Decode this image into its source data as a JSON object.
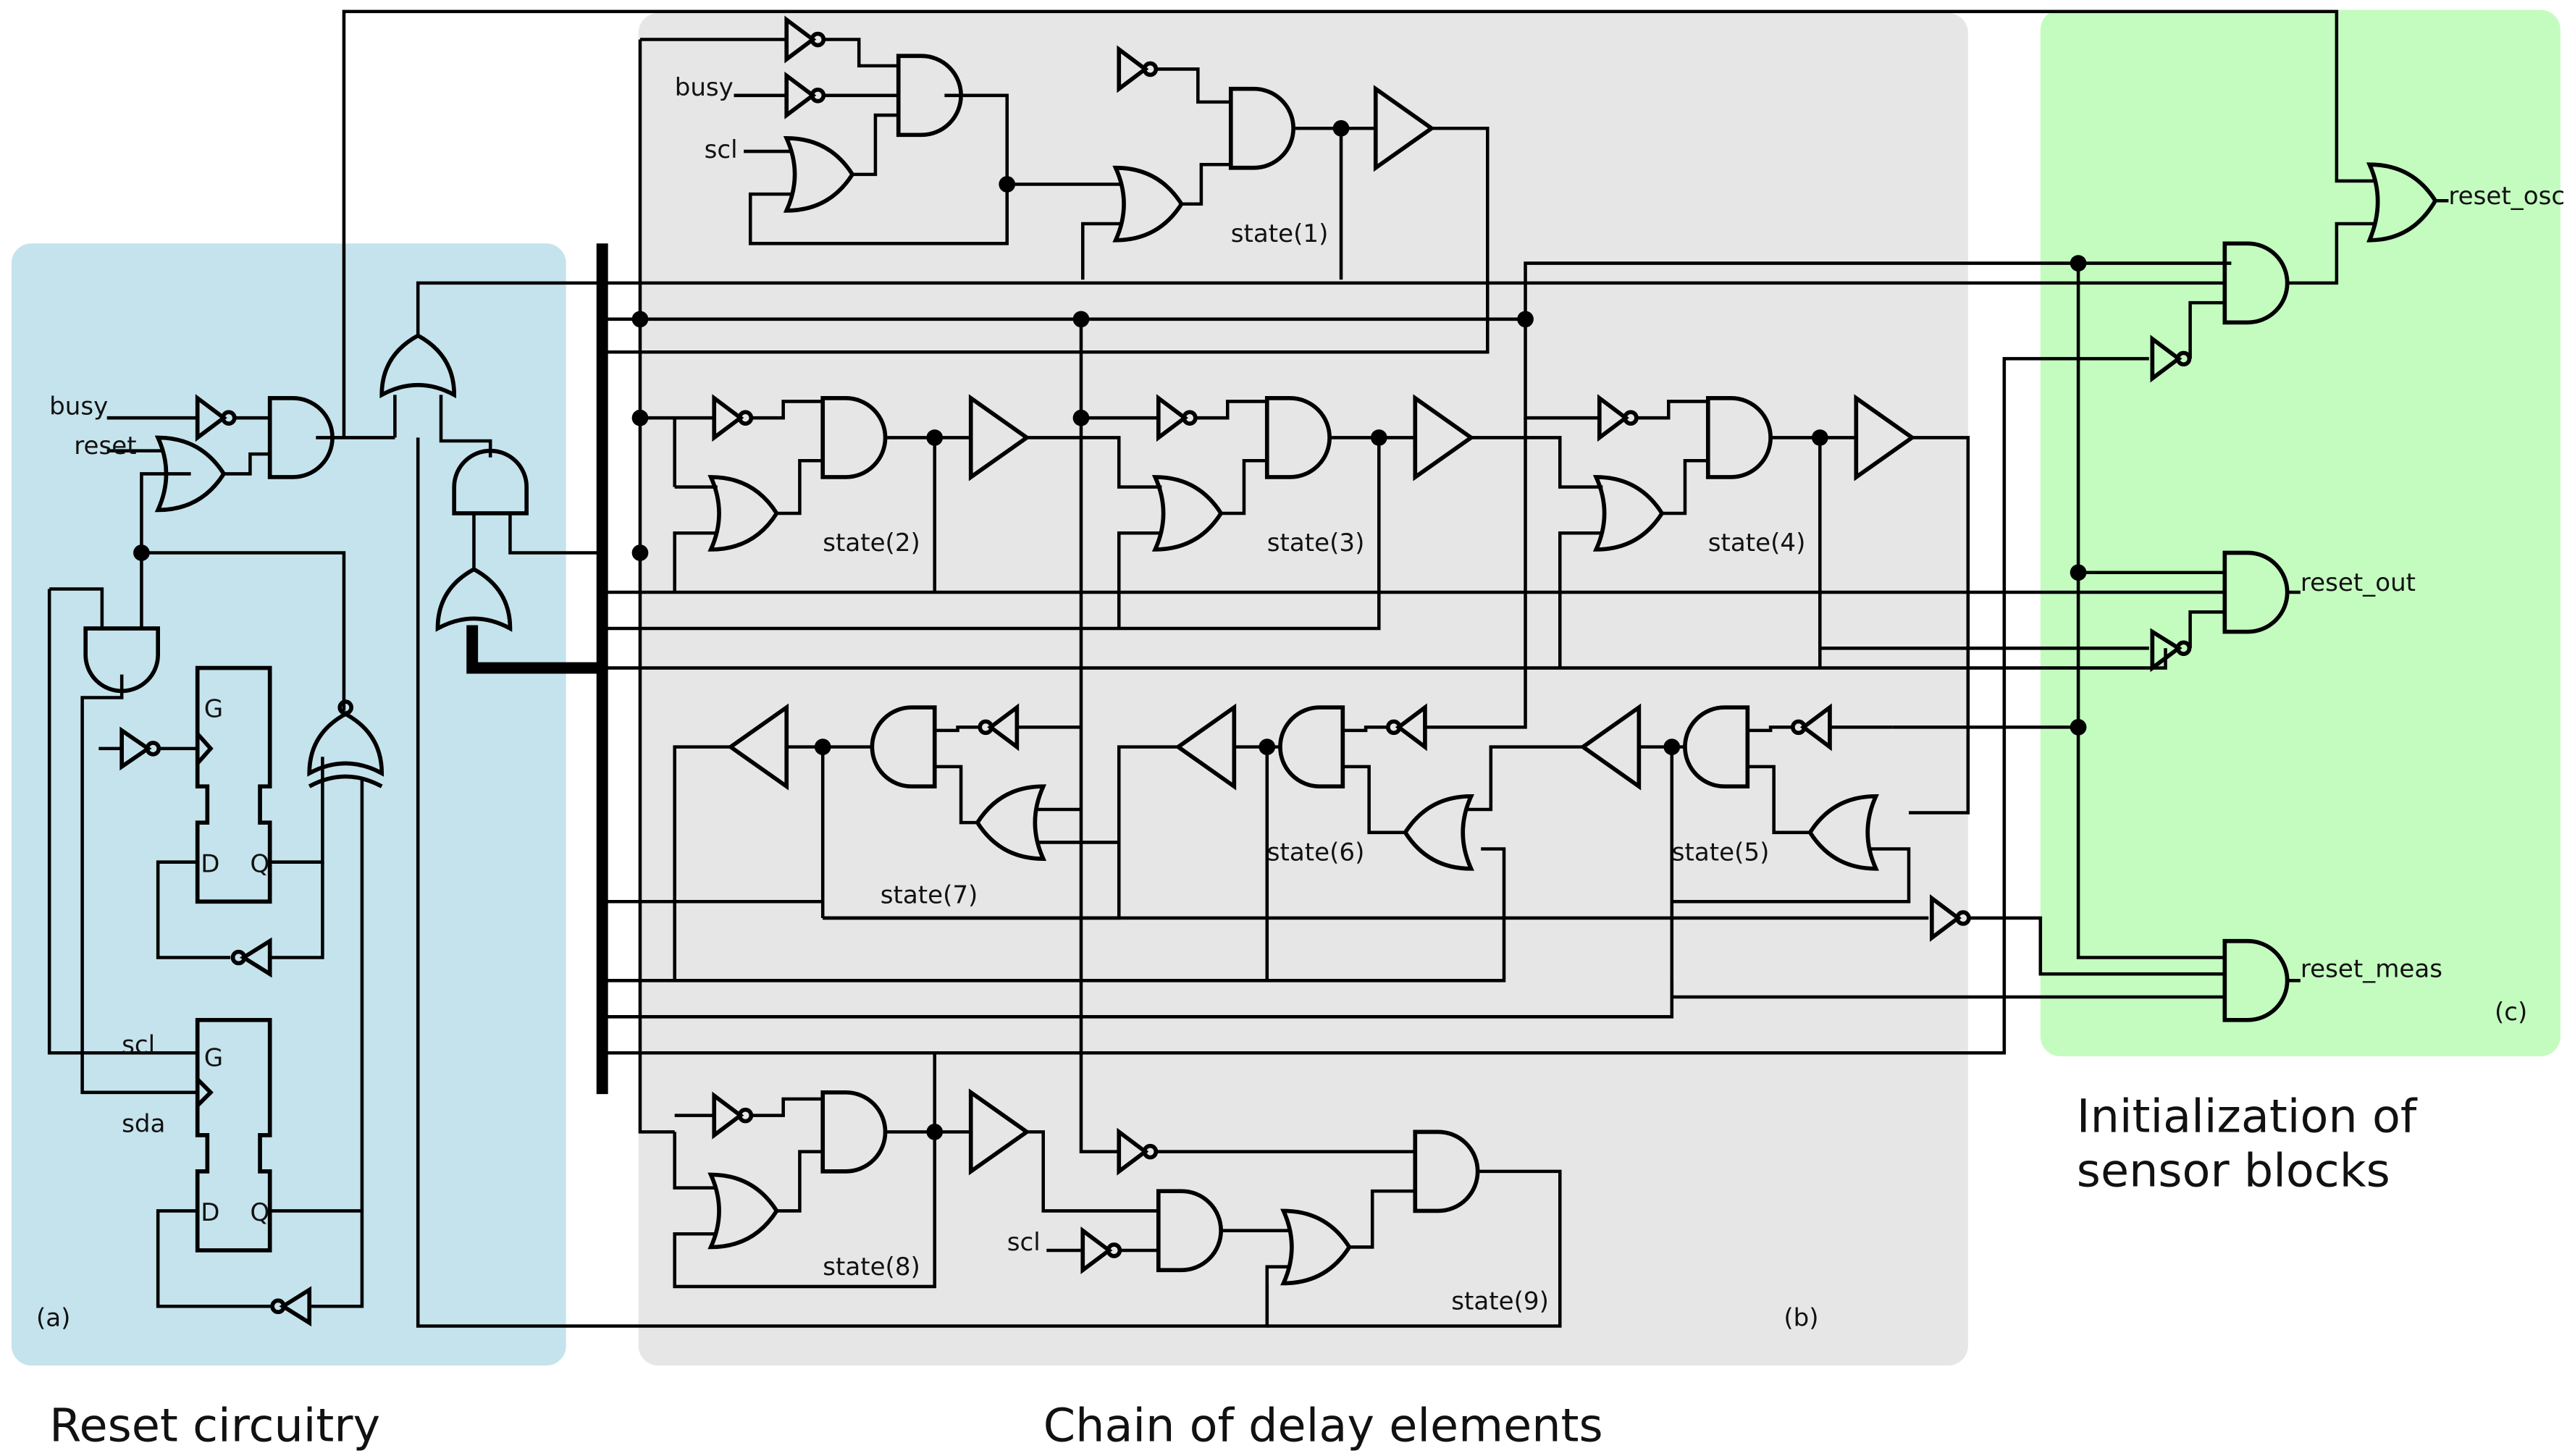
{
  "labels": {
    "busy": "busy",
    "reset": "reset",
    "scl": "scl",
    "sda": "sda",
    "G": "G",
    "D": "D",
    "Q": "Q",
    "state1": "state(1)",
    "state2": "state(2)",
    "state3": "state(3)",
    "state4": "state(4)",
    "state5": "state(5)",
    "state6": "state(6)",
    "state7": "state(7)",
    "state8": "state(8)",
    "state9": "state(9)",
    "reset_osci": "reset_osci",
    "reset_out": "reset_out",
    "reset_meas": "reset_meas",
    "panel_a": "(a)",
    "panel_b": "(b)",
    "panel_c": "(c)"
  },
  "captions": {
    "reset": "Reset circuitry",
    "chain": "Chain of delay elements",
    "init_line1": "Initialization of",
    "init_line2": "sensor blocks"
  },
  "colors": {
    "panel_reset": "#c5e3ec",
    "panel_chain": "#e6e6e6",
    "panel_init": "#c4fcc0"
  }
}
